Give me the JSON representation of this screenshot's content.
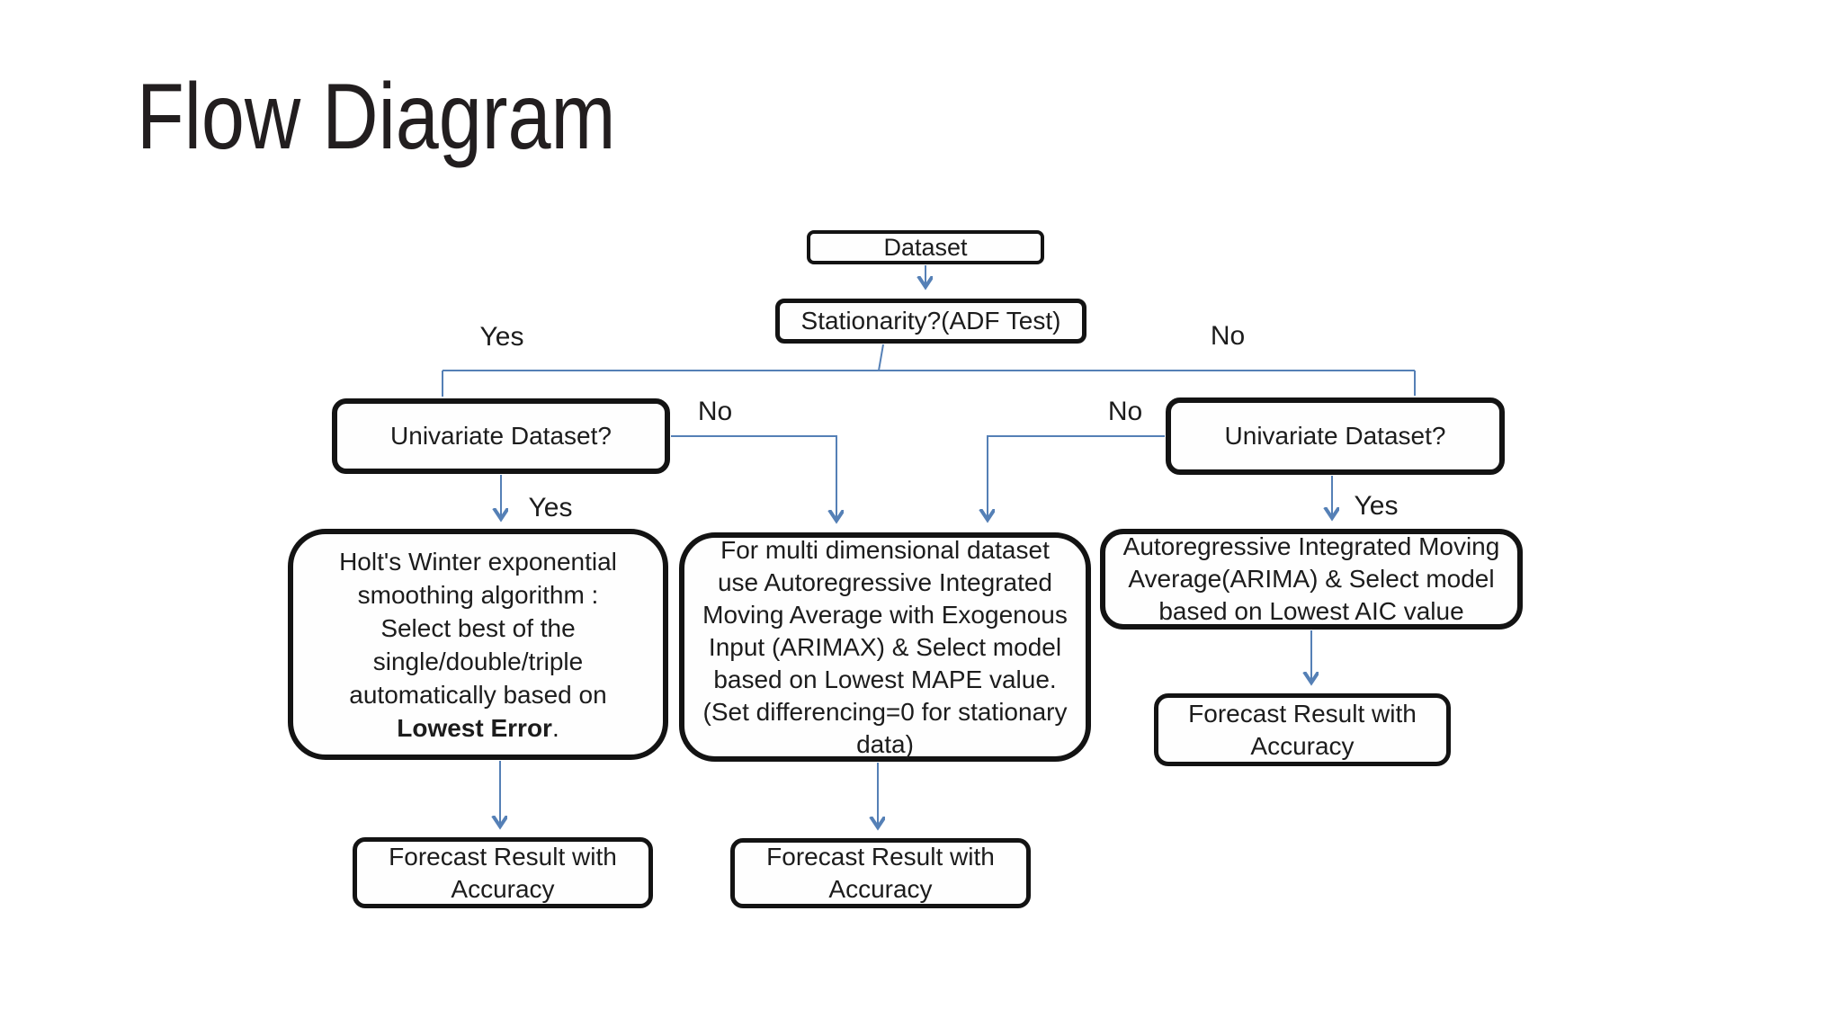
{
  "slide": {
    "title": "Flow Diagram"
  },
  "colors": {
    "connector_blue": "#5580b6",
    "box_border": "#131313",
    "text": "#1c1c1c",
    "background": "#ffffff"
  },
  "nodes": {
    "dataset": {
      "text": "Dataset"
    },
    "stationarity": {
      "text": "Stationarity?(ADF Test)"
    },
    "univariate_left": {
      "text": "Univariate Dataset?"
    },
    "univariate_right": {
      "text": "Univariate Dataset?"
    },
    "holt": {
      "lines": [
        "Holt's Winter exponential",
        "smoothing algorithm :",
        "Select best of the",
        "single/double/triple",
        "automatically based on",
        [
          {
            "t": "Lowest Error",
            "b": true
          },
          {
            "t": ".",
            "b": false
          }
        ]
      ]
    },
    "arimax": {
      "lines": [
        "For multi dimensional dataset",
        "use Autoregressive Integrated",
        "Moving Average with Exogenous",
        "Input (ARIMAX)  & Select model",
        "based on Lowest MAPE value.",
        "(Set differencing=0 for stationary",
        "data)"
      ]
    },
    "arima": {
      "lines": [
        "Autoregressive Integrated Moving",
        "Average(ARIMA) & Select model",
        "based on Lowest AIC value"
      ]
    },
    "forecast_left": {
      "lines": [
        "Forecast Result with",
        "Accuracy"
      ]
    },
    "forecast_mid": {
      "lines": [
        "Forecast Result with",
        "Accuracy"
      ]
    },
    "forecast_right": {
      "lines": [
        "Forecast Result with",
        "Accuracy"
      ]
    }
  },
  "edge_labels": {
    "yes_top_left": "Yes",
    "no_top_right": "No",
    "no_mid_left": "No",
    "no_mid_right": "No",
    "yes_left": "Yes",
    "yes_right": "Yes"
  }
}
